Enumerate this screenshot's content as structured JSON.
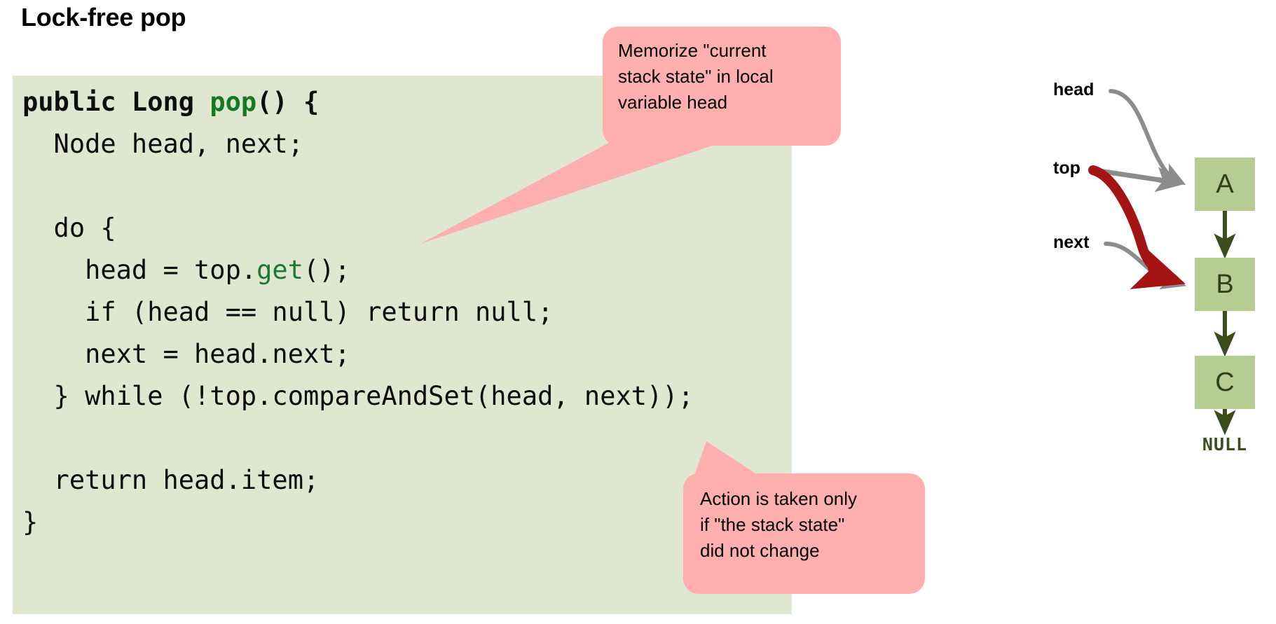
{
  "slide": {
    "title": "Lock-free pop"
  },
  "code": {
    "language": "java",
    "background_color": "#dfe7d1",
    "keyword_color": "#000000",
    "method_color": "#1a7a2e",
    "lines": [
      {
        "id": "line-1",
        "segments": [
          {
            "text": "public Long ",
            "style": "bold"
          },
          {
            "text": "pop",
            "style": "method-bold"
          },
          {
            "text": "() {",
            "style": "bold"
          }
        ]
      },
      {
        "id": "line-2",
        "segments": [
          {
            "text": "  Node head, next;",
            "style": "plain"
          }
        ]
      },
      {
        "id": "line-3",
        "segments": [
          {
            "text": "",
            "style": "plain"
          }
        ]
      },
      {
        "id": "line-4",
        "segments": [
          {
            "text": "  do {",
            "style": "plain"
          }
        ]
      },
      {
        "id": "line-5",
        "segments": [
          {
            "text": "    head = top.",
            "style": "plain"
          },
          {
            "text": "get",
            "style": "method"
          },
          {
            "text": "();",
            "style": "plain"
          }
        ]
      },
      {
        "id": "line-6",
        "segments": [
          {
            "text": "    if (head == null) return null;",
            "style": "plain"
          }
        ]
      },
      {
        "id": "line-7",
        "segments": [
          {
            "text": "    next = head.next;",
            "style": "plain"
          }
        ]
      },
      {
        "id": "line-8",
        "segments": [
          {
            "text": "  } while (!top.compareAndSet(head, next));",
            "style": "plain"
          }
        ]
      },
      {
        "id": "line-9",
        "segments": [
          {
            "text": "",
            "style": "plain"
          }
        ]
      },
      {
        "id": "line-10",
        "segments": [
          {
            "text": "  return head.item;",
            "style": "plain"
          }
        ]
      },
      {
        "id": "line-11",
        "segments": [
          {
            "text": "}",
            "style": "plain"
          }
        ]
      }
    ]
  },
  "callouts": {
    "color": "#ffb0ae",
    "memorize": {
      "name": "memorize-callout",
      "lines": [
        "Memorize \"current",
        "stack state\" in local",
        "variable head"
      ]
    },
    "action": {
      "name": "action-callout",
      "lines": [
        "Action is taken only",
        "if \"the stack state\"",
        "did not change"
      ]
    }
  },
  "diagram": {
    "node_color": "#b5cd93",
    "node_text_color": "#2f4018",
    "link_arrow_color": "#3b4d1c",
    "pointer_arrow_color": "#8c8c8c",
    "highlight_arrow_color": "#a51414",
    "nodes": [
      {
        "id": "node-a",
        "label": "A"
      },
      {
        "id": "node-b",
        "label": "B"
      },
      {
        "id": "node-c",
        "label": "C"
      }
    ],
    "terminator": "NULL",
    "pointers": [
      {
        "id": "label-head",
        "label": "head",
        "target": "A",
        "style": "gray-curve"
      },
      {
        "id": "label-top",
        "label": "top",
        "target": "A",
        "style": "gray-straight"
      },
      {
        "id": "label-next",
        "label": "next",
        "target": "B",
        "style": "gray-curve"
      }
    ],
    "highlight": {
      "from": "top",
      "to": "B",
      "color": "#a51414"
    }
  }
}
